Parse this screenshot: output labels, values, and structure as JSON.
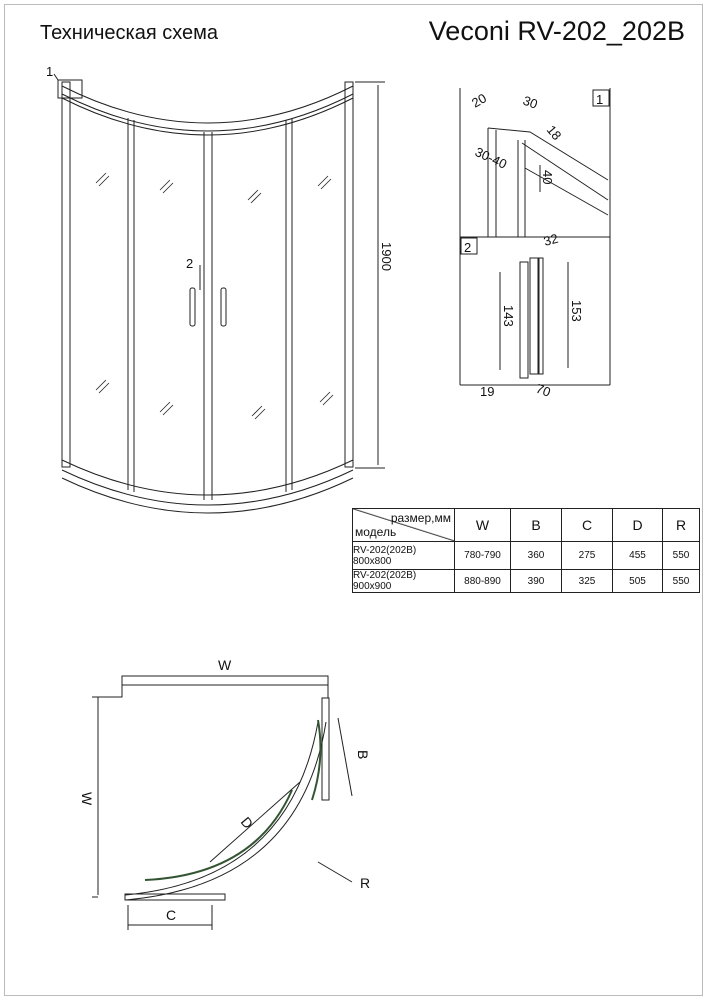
{
  "header": {
    "title": "Техническая схема",
    "model": "Veconi RV-202_202B"
  },
  "front_view": {
    "callout_1": "1",
    "callout_2": "2",
    "height_dim": "1900"
  },
  "detail_1": {
    "label": "1",
    "dims": [
      "20",
      "30",
      "18",
      "30-40",
      "40"
    ]
  },
  "detail_2": {
    "label": "2",
    "dims": [
      "32",
      "143",
      "153",
      "19",
      "70"
    ]
  },
  "table": {
    "header_size": "размер,мм",
    "header_model": "модель",
    "columns": [
      "W",
      "B",
      "C",
      "D",
      "R"
    ],
    "rows": [
      {
        "model": "RV-202(202B) 800x800",
        "values": [
          "780-790",
          "360",
          "275",
          "455",
          "550"
        ]
      },
      {
        "model": "RV-202(202B) 900x900",
        "values": [
          "880-890",
          "390",
          "325",
          "505",
          "550"
        ]
      }
    ]
  },
  "plan_view": {
    "w_top": "W",
    "w_side": "W",
    "b": "B",
    "c": "C",
    "d": "D",
    "r": "R"
  }
}
